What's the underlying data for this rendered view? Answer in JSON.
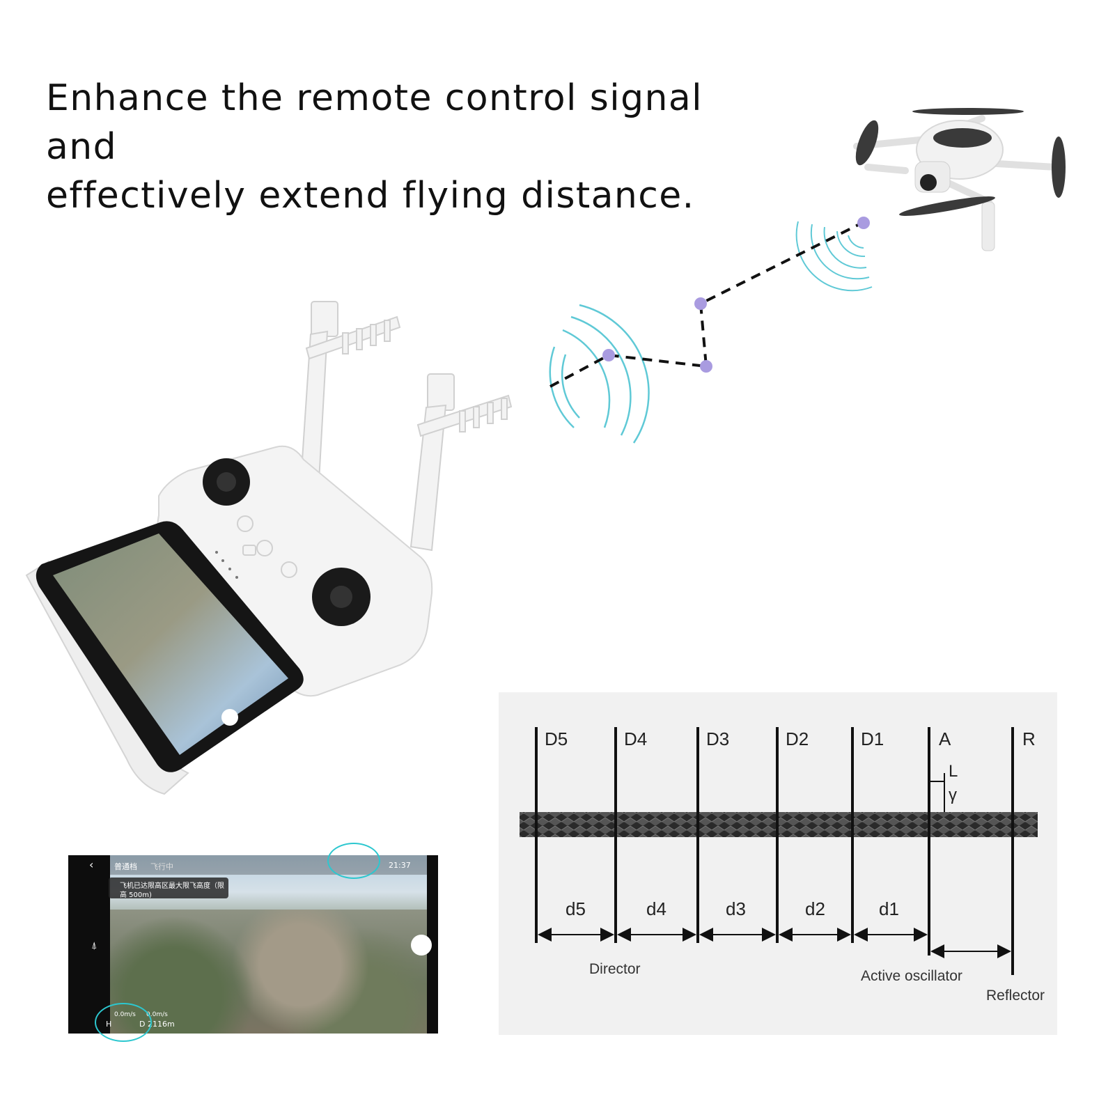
{
  "headline": {
    "line1": "Enhance the remote control signal and",
    "line2": "effectively extend flying distance."
  },
  "colors": {
    "signal_wave": "#5fc9d6",
    "node": "#a99be0",
    "highlight_ring": "#2cc7cf",
    "panel_bg": "#f1f1f1"
  },
  "diagram": {
    "elements": [
      "D5",
      "D4",
      "D3",
      "D2",
      "D1",
      "A",
      "R"
    ],
    "spacings": [
      "d5",
      "d4",
      "d3",
      "d2",
      "d1"
    ],
    "dim_L": "L",
    "dim_gamma": "γ",
    "label_director": "Director",
    "label_active": "Active oscillator",
    "label_reflector": "Reflector"
  },
  "screenshot": {
    "mode": "普通档",
    "state": "飞行中",
    "warning_line1": "飞机已达限高区最大限飞高度（限",
    "warning_line2": "高 500m)",
    "status": "21:37",
    "speed_v": "0.0m/s",
    "speed_h": "0.0m/s",
    "height_prefix": "H",
    "distance": "D 2116m",
    "back_icon": "chevron-left-icon"
  }
}
